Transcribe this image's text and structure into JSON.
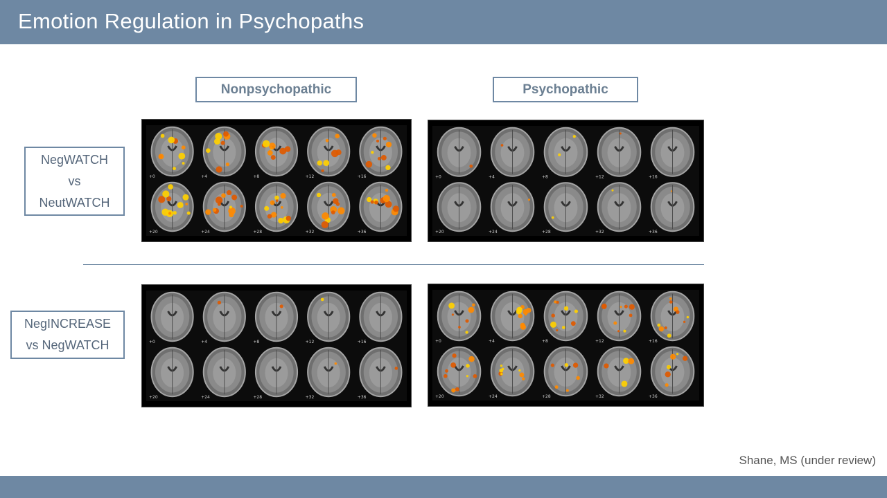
{
  "slide": {
    "title": "Emotion Regulation in Psychopaths",
    "citation": "Shane, MS (under review)"
  },
  "columns": {
    "left": "Nonpsychopathic",
    "right": "Psychopathic"
  },
  "rows": {
    "top": {
      "line1": "NegWATCH",
      "line2": "vs",
      "line3": "NeutWATCH"
    },
    "bottom": {
      "line1": "NegINCREASE",
      "line2": "vs NegWATCH"
    }
  },
  "slice_labels": {
    "top_row": [
      "+0",
      "+4",
      "+8",
      "+12",
      "+16"
    ],
    "bottom_row": [
      "+20",
      "+24",
      "+28",
      "+32",
      "+36"
    ]
  },
  "colors": {
    "bar": "#6e88a3",
    "activation_strong": "#ffd000",
    "activation_mid": "#ff8a00",
    "activation_weak": "#e05a00"
  }
}
